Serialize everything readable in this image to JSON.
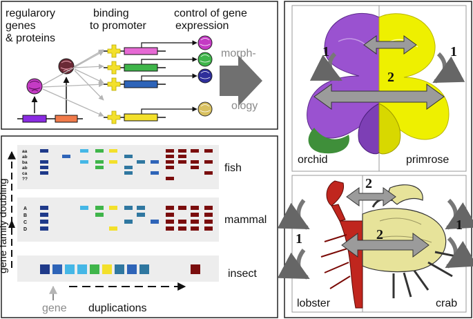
{
  "top_left": {
    "col1_lines": [
      "regularory",
      "genes",
      "& proteins"
    ],
    "col2_lines": [
      "binding",
      "to promoter"
    ],
    "col3_lines": [
      "control of gene",
      "expression"
    ],
    "morph_lines": [
      "morph-",
      "ology"
    ]
  },
  "bottom_left": {
    "axis_label": "gene family doubling",
    "rows": [
      {
        "label": "fish",
        "codes": [
          "aa",
          "ab",
          "ba",
          "ab",
          "ca",
          "??"
        ]
      },
      {
        "label": "mammal",
        "codes": [
          "A",
          "B",
          "C",
          "D"
        ]
      },
      {
        "label": "insect",
        "codes": []
      }
    ],
    "gene_label": "gene",
    "duplications_label": "duplications"
  },
  "right_top": {
    "left_name": "orchid",
    "right_name": "primrose",
    "num_left": "1",
    "num_center": "2",
    "num_right": "1"
  },
  "right_bottom": {
    "left_name": "lobster",
    "right_name": "crab",
    "num_left": "1",
    "num_center": "2",
    "num_top": "2",
    "num_right": "1"
  },
  "colors": {
    "navy": "#1f3a8a",
    "blue": "#2e64b8",
    "cyan": "#45b7e6",
    "green": "#3fb54a",
    "yellow": "#f3e02b",
    "teal": "#2f77a0",
    "maroon": "#7a0d0d",
    "purple": "#9a52d0",
    "orchid_yellow": "#eef000",
    "pink": "#e66ad4"
  }
}
